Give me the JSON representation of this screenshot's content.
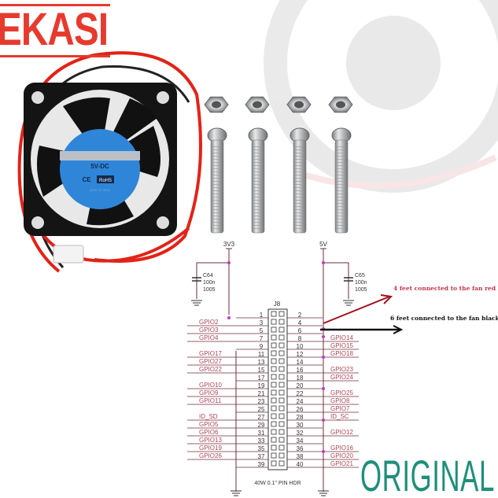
{
  "logo": {
    "text": "EKASI",
    "color": "#e63a2e"
  },
  "watermark": {
    "text": "ORIGINAL",
    "color": "#1f8f7a"
  },
  "fan": {
    "label_voltage": "5V-DC",
    "label_ce": "CE",
    "label_rohs": "RoHS",
    "label_made": "MADE IN CHINA"
  },
  "schematic": {
    "rail_left": "3V3",
    "rail_right": "5V",
    "cap_left": {
      "name": "C64",
      "value": "100n",
      "size": "1005"
    },
    "cap_right": {
      "name": "C65",
      "value": "100n",
      "size": "1005"
    },
    "header_name": "J8",
    "header_caption": "40W 0.1\" PIN HDR",
    "left_labels": {
      "3": "GPIO2",
      "5": "GPIO3",
      "7": "GPIO4",
      "11": "GPIO17",
      "13": "GPIO27",
      "15": "GPIO22",
      "19": "GPIO10",
      "21": "GPIO9",
      "23": "GPIO11",
      "27": "ID_SD",
      "29": "GPIO5",
      "31": "GPIO6",
      "33": "GPIO13",
      "35": "GPIO19",
      "37": "GPIO26"
    },
    "right_labels": {
      "8": "GPIO14",
      "10": "GPIO15",
      "12": "GPIO18",
      "16": "GPIO23",
      "18": "GPIO24",
      "22": "GPIO25",
      "24": "GPIO8",
      "26": "GPIO7",
      "28": "ID_SC",
      "32": "GPIO12",
      "36": "GPIO16",
      "38": "GPIO20",
      "40": "GPIO21"
    },
    "label_color": "#b0445a"
  },
  "annotations": {
    "red_note": "4 feet connected to the fan red line",
    "black_note": "6 feet connected to the fan black line"
  }
}
